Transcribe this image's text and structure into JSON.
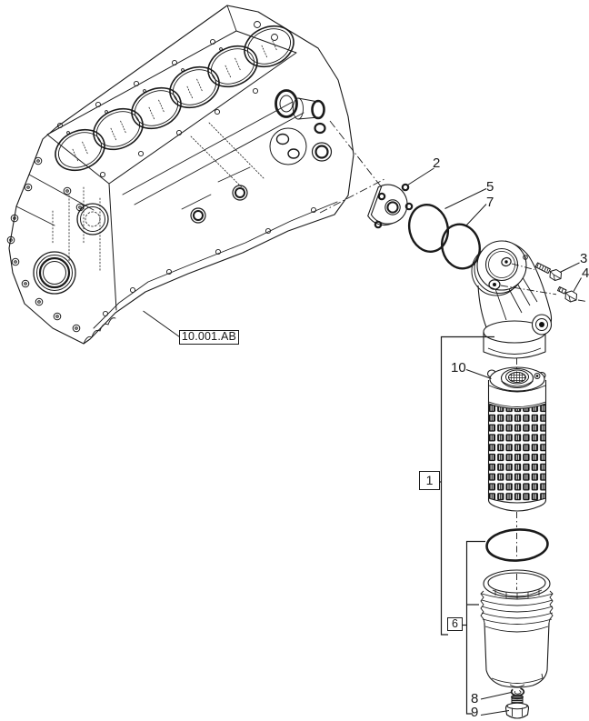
{
  "figure": {
    "background": "#ffffff",
    "line_color": "#1a1a1a"
  },
  "callouts": {
    "n2": "2",
    "n5": "5",
    "n7": "7",
    "n3": "3",
    "n4": "4",
    "n10": "10",
    "n8": "8",
    "n9": "9"
  },
  "boxes": {
    "assembly": "1",
    "bowl": "6",
    "block_ref": "10.001.AB"
  }
}
